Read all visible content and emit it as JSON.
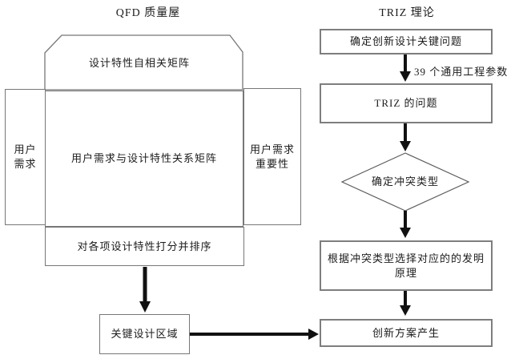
{
  "titles": {
    "qfd": "QFD 质量屋",
    "triz": "TRIZ 理论"
  },
  "house": {
    "roof_label": "设计特性自相关矩阵",
    "left_box": {
      "lines": [
        "用户",
        "需求"
      ]
    },
    "center_box": "用户需求与设计特性关系矩阵",
    "right_box": {
      "lines": [
        "用户需求",
        "重要性"
      ]
    },
    "score_box": "对各项设计特性打分并排序",
    "key_region_box": "关键设计区域"
  },
  "triz": {
    "step1": "确定创新设计关键问题",
    "arrow_label": "39 个通用工程参数",
    "step2": "TRIZ 的问题",
    "decision": "确定冲突类型",
    "step3": {
      "lines": [
        "根据冲突类型选择对应的的发明",
        "原理"
      ]
    },
    "step4": "创新方案产生"
  },
  "colors": {
    "line": "#777777",
    "arrow": "#111111",
    "text": "#1c1c1c",
    "background": "#ffffff"
  }
}
